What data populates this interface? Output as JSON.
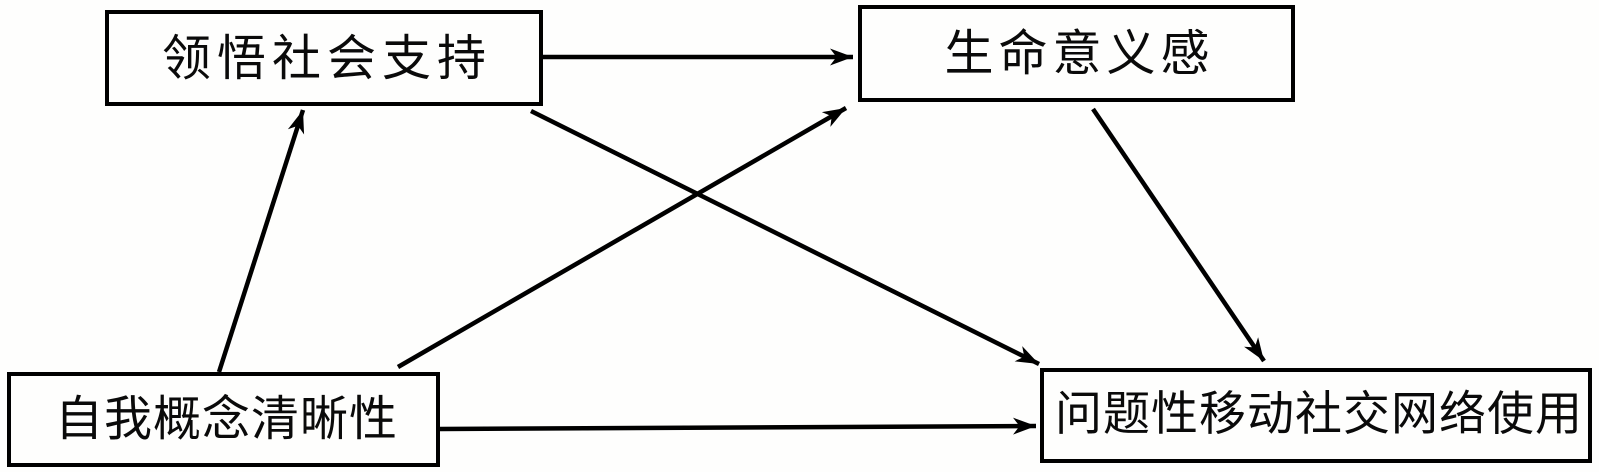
{
  "figure": {
    "description": "Path diagram of a hypothesized mediation model with four variables and six directed arrows",
    "colors": {
      "ink": "#000000",
      "paper": "#fefefd"
    },
    "nodes": {
      "perceived_social_support": {
        "label": "领悟社会支持"
      },
      "meaning_in_life": {
        "label": "生命意义感"
      },
      "self_concept_clarity": {
        "label": "自我概念清晰性"
      },
      "problematic_mobile_social_network_use": {
        "label": "问题性移动社交网络使用"
      }
    },
    "edges": [
      {
        "from": "perceived_social_support",
        "to": "meaning_in_life"
      },
      {
        "from": "self_concept_clarity",
        "to": "perceived_social_support"
      },
      {
        "from": "self_concept_clarity",
        "to": "meaning_in_life"
      },
      {
        "from": "perceived_social_support",
        "to": "problematic_mobile_social_network_use"
      },
      {
        "from": "meaning_in_life",
        "to": "problematic_mobile_social_network_use"
      },
      {
        "from": "self_concept_clarity",
        "to": "problematic_mobile_social_network_use"
      }
    ]
  }
}
